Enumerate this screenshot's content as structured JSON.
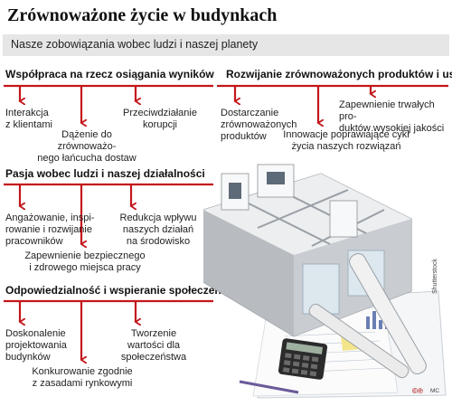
{
  "title": "Zrównoważone życie w budynkach",
  "subtitle": "Nasze zobowiązania wobec ludzi i naszej planety",
  "colors": {
    "accent": "#c4161c",
    "subtitle_bar": "#e6e6e6"
  },
  "sections": [
    {
      "title": "Współpraca na rzecz osiągania wyników",
      "items": [
        "Interakcja\nz klientami",
        "Dążenie do zrównoważo-\nnego łańcucha dostaw",
        "Przeciwdziałanie\nkorupcji"
      ]
    },
    {
      "title": "Rozwijanie zrównoważonych produktów i usług",
      "items": [
        "Dostarczanie\nzrównoważonych\nproduktów",
        "Innowacje poprawiające cykl\nżycia naszych rozwiązań",
        "Zapewnienie trwałych pro-\nduktów wysokiej jakości"
      ]
    },
    {
      "title": "Pasja wobec ludzi i naszej działalności",
      "items": [
        "Angażowanie, inspi-\nrowanie i rozwijanie\npracowników",
        "Zapewnienie bezpiecznego\ni zdrowego miejsca pracy",
        "Redukcja wpływu\nnaszych działań\nna środowisko"
      ]
    },
    {
      "title": "Odpowiedzialność i wspieranie społeczeństwa",
      "items": [
        "Doskonalenie\nprojektowania\nbudynków",
        "Konkurowanie zgodnie\nz zasadami rynkowymi",
        "Tworzenie\nwartości dla\nspołeczeństwa"
      ]
    }
  ],
  "credits": {
    "photo": "Shutterstock",
    "logo": "©℗",
    "initials": "MC"
  }
}
